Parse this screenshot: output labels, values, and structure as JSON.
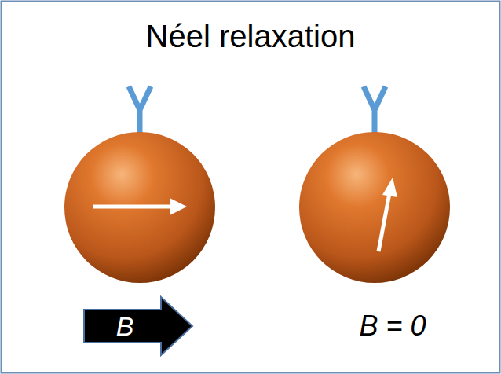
{
  "diagram": {
    "title": "Néel relaxation",
    "nodes": [
      {
        "text": [
          "B"
        ]
      }
    ],
    "labels": [
      "B = 0"
    ]
  }
}
